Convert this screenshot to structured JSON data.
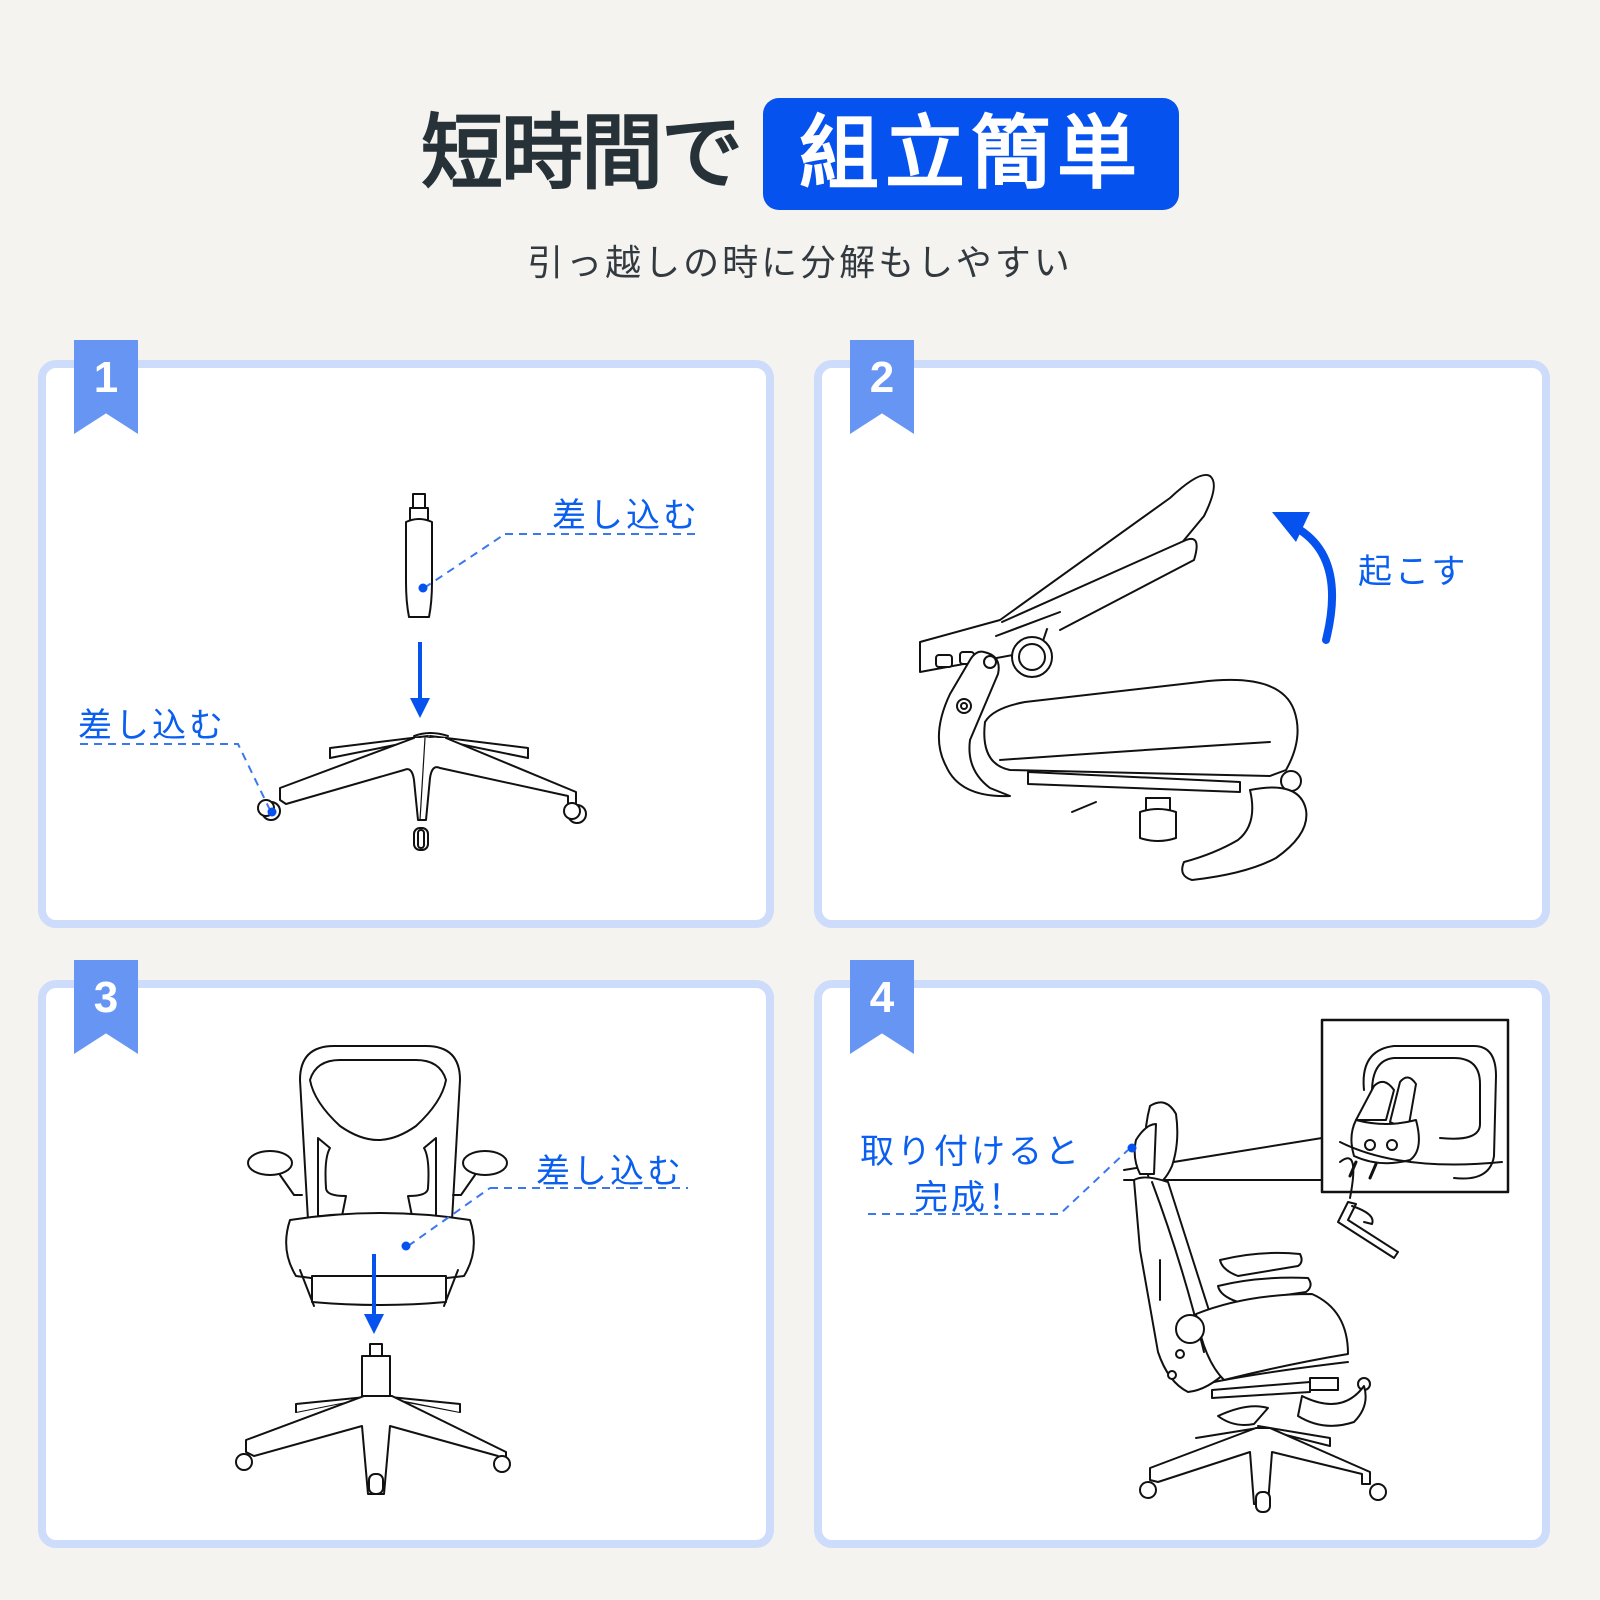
{
  "header": {
    "title_prefix": "短時間で",
    "title_highlight": "組立簡単",
    "subtitle": "引っ越しの時に分解もしやすい"
  },
  "steps": [
    {
      "number": "1",
      "labels": [
        "差し込む",
        "差し込む"
      ],
      "illustration": "gas-lift-into-base-and-casters"
    },
    {
      "number": "2",
      "labels": [
        "起こす"
      ],
      "illustration": "folded-chair-raise-backrest"
    },
    {
      "number": "3",
      "labels": [
        "差し込む"
      ],
      "illustration": "seat-onto-gas-lift"
    },
    {
      "number": "4",
      "labels": [
        "取り付けると",
        "完成！"
      ],
      "illustration": "attach-headrest-with-hex-key"
    }
  ],
  "colors": {
    "background": "#f4f3f0",
    "accent_blue": "#0652ef",
    "label_blue": "#0b5ff0",
    "badge_blue": "#6795f4",
    "card_border": "#cddcfb",
    "title_dark": "#263238"
  }
}
